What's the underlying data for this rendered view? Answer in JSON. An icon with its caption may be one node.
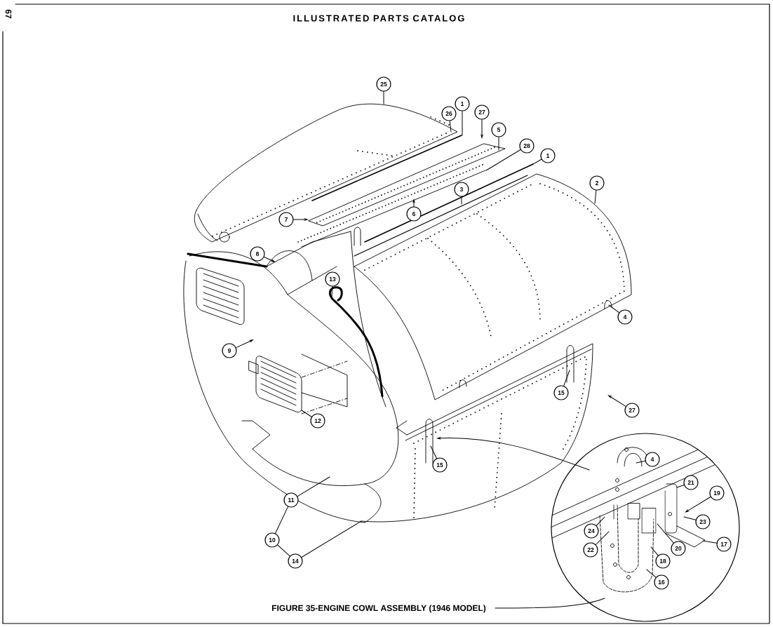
{
  "diagram": {
    "title": "ILLUSTRATED PARTS CATALOG",
    "caption": "FIGURE 35-ENGINE COWL ASSEMBLY (1946 MODEL)",
    "nodes": [
      {
        "text": [
          "25"
        ]
      },
      {
        "text": [
          "26"
        ]
      },
      {
        "text": [
          "1"
        ]
      },
      {
        "text": [
          "27"
        ]
      },
      {
        "text": [
          "5"
        ]
      },
      {
        "text": [
          "28"
        ]
      },
      {
        "text": [
          "1"
        ]
      },
      {
        "text": [
          "7"
        ]
      },
      {
        "text": [
          "6"
        ]
      },
      {
        "text": [
          "3"
        ]
      },
      {
        "text": [
          "2"
        ]
      },
      {
        "text": [
          "8"
        ]
      },
      {
        "text": [
          "13"
        ]
      },
      {
        "text": [
          "9"
        ]
      },
      {
        "text": [
          "4"
        ]
      },
      {
        "text": [
          "12"
        ]
      },
      {
        "text": [
          "15"
        ]
      },
      {
        "text": [
          "27"
        ]
      },
      {
        "text": [
          "15"
        ]
      },
      {
        "text": [
          "11"
        ]
      },
      {
        "text": [
          "10"
        ]
      },
      {
        "text": [
          "14"
        ]
      },
      {
        "text": [
          "4"
        ]
      },
      {
        "text": [
          "21"
        ]
      },
      {
        "text": [
          "19"
        ]
      },
      {
        "text": [
          "23"
        ]
      },
      {
        "text": [
          "24"
        ]
      },
      {
        "text": [
          "17"
        ]
      },
      {
        "text": [
          "22"
        ]
      },
      {
        "text": [
          "20"
        ]
      },
      {
        "text": [
          "18"
        ]
      },
      {
        "text": [
          "16"
        ]
      }
    ],
    "edges": [
      {
        "from": 0,
        "to": null,
        "arrow": "none"
      },
      {
        "from": 1,
        "to": null,
        "arrow": "none"
      },
      {
        "from": 2,
        "to": null,
        "arrow": "none"
      },
      {
        "from": 3,
        "to": null,
        "arrow": "to"
      },
      {
        "from": 4,
        "to": null,
        "arrow": "none"
      },
      {
        "from": 5,
        "to": null,
        "arrow": "none"
      },
      {
        "from": 6,
        "to": null,
        "arrow": "none"
      },
      {
        "from": 7,
        "to": null,
        "arrow": "to"
      },
      {
        "from": 8,
        "to": null,
        "arrow": "to"
      },
      {
        "from": 9,
        "to": null,
        "arrow": "none"
      },
      {
        "from": 10,
        "to": null,
        "arrow": "none"
      },
      {
        "from": 11,
        "to": null,
        "arrow": "to"
      },
      {
        "from": 12,
        "to": null,
        "arrow": "none"
      },
      {
        "from": 13,
        "to": null,
        "arrow": "to"
      },
      {
        "from": 14,
        "to": null,
        "arrow": "none"
      },
      {
        "from": 15,
        "to": null,
        "arrow": "none"
      },
      {
        "from": 16,
        "to": null,
        "arrow": "none"
      },
      {
        "from": 17,
        "to": null,
        "arrow": "to"
      },
      {
        "from": 18,
        "to": null,
        "arrow": "none"
      },
      {
        "from": 19,
        "to": null,
        "arrow": "none"
      },
      {
        "from": 19,
        "to": 20,
        "arrow": "none"
      },
      {
        "from": 20,
        "to": 21,
        "arrow": "none"
      },
      {
        "from": 21,
        "to": null,
        "arrow": "none"
      },
      {
        "from": 22,
        "to": null,
        "arrow": "none"
      },
      {
        "from": 23,
        "to": null,
        "arrow": "none"
      },
      {
        "from": 24,
        "to": null,
        "arrow": "to"
      },
      {
        "from": 25,
        "to": null,
        "arrow": "none"
      },
      {
        "from": 26,
        "to": null,
        "arrow": "none"
      },
      {
        "from": 27,
        "to": null,
        "arrow": "none"
      },
      {
        "from": 28,
        "to": null,
        "arrow": "none"
      },
      {
        "from": 29,
        "to": null,
        "arrow": "none"
      },
      {
        "from": 30,
        "to": null,
        "arrow": "none"
      },
      {
        "from": 31,
        "to": null,
        "arrow": "none"
      }
    ],
    "labels": [
      "67"
    ]
  }
}
